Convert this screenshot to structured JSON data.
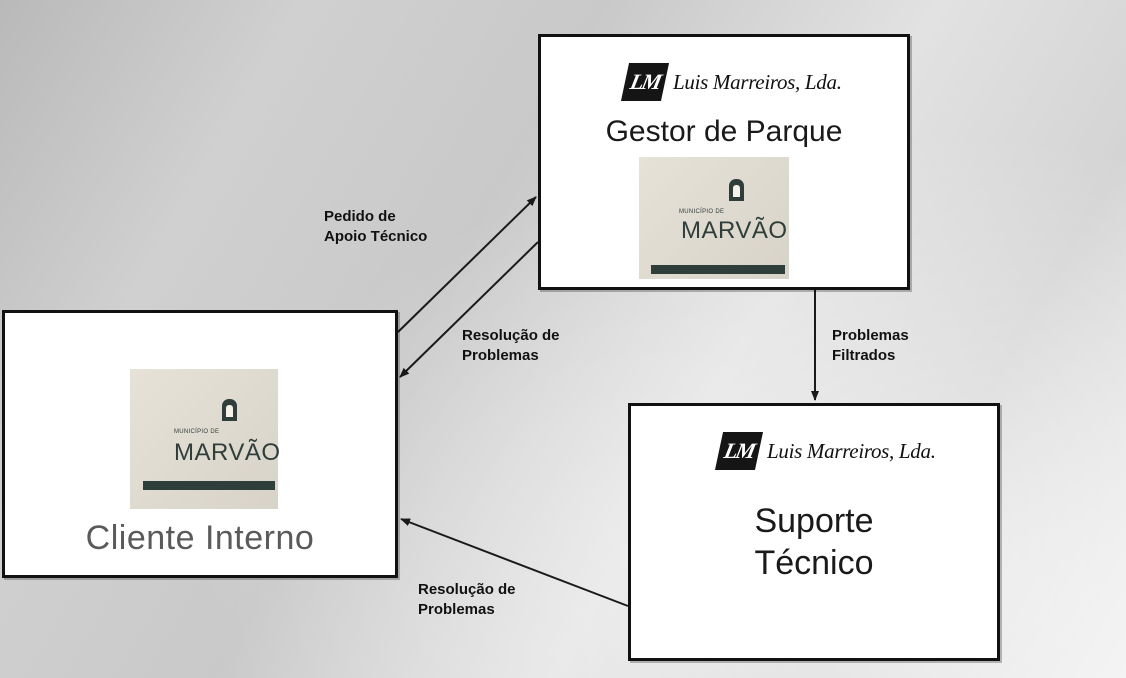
{
  "colors": {
    "box_border": "#111111",
    "arrow": "#1a1a1a",
    "logo_dark": "#2f3e3a"
  },
  "brand": {
    "mark": "LM",
    "name": "Luis Marreiros, Lda."
  },
  "marvao_logo": {
    "small": "MUNICÍPIO DE",
    "name": "MARVÃO"
  },
  "gestor": {
    "title": "Gestor de Parque"
  },
  "suporte": {
    "title_line1": "Suporte",
    "title_line2": "Técnico"
  },
  "cliente": {
    "title": "Cliente Interno"
  },
  "edges": {
    "pedido": {
      "line1": "Pedido de",
      "line2": "Apoio Técnico"
    },
    "resolucao_top": {
      "line1": "Resolução de",
      "line2": "Problemas"
    },
    "filtrados": {
      "line1": "Problemas",
      "line2": "Filtrados"
    },
    "resolucao_bottom": {
      "line1": "Resolução de",
      "line2": "Problemas"
    }
  }
}
